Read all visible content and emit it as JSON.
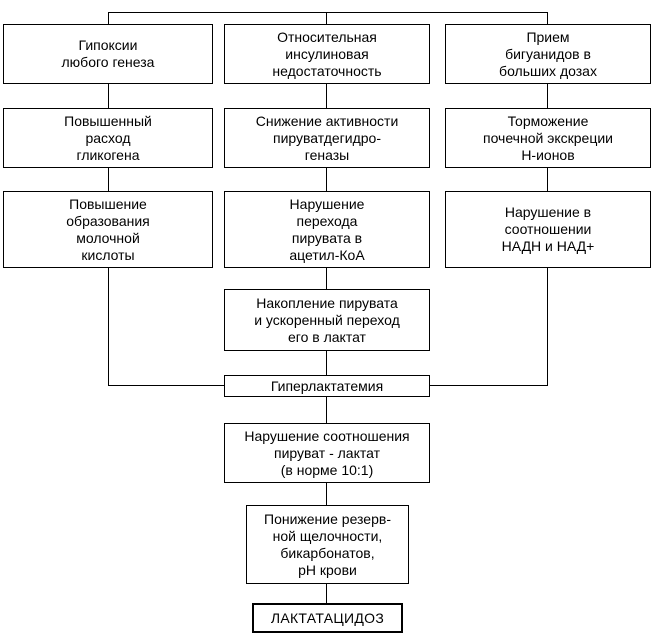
{
  "diagram": {
    "row1": {
      "hypoxia": "Гипоксии\nлюбого генеза",
      "insulin": "Относительная\nинсулиновая\nнедостаточность",
      "biguanides": "Прием\nбигуанидов в\nбольших дозах"
    },
    "row2": {
      "glycogen": "Повышенный\nрасход\nгликогена",
      "pdh": "Снижение активности\nпируватдегидро-\nгеназы",
      "renal": "Торможение\nпочечной экскреции\nН-ионов"
    },
    "row3": {
      "lactic_formation": "Повышение\nобразования\nмолочной\nкислоты",
      "pyruvate_acetyl": "Нарушение\nперехода\nпирувата в\nацетил-КоА",
      "nad_ratio": "Нарушение в\nсоотношении\nНАДН и НАД+"
    },
    "accumulation": "Накопление пирувата\nи ускоренный переход\nего в лактат",
    "hyperlactatemia": "Гиперлактатемия",
    "ratio": "Нарушение соотношения\nпируват - лактат\n(в норме 10:1)",
    "alkalinity": "Понижение резерв-\nной щелочности,\nбикарбонатов,\nрН крови",
    "result": "ЛАКТАТАЦИДОЗ"
  }
}
